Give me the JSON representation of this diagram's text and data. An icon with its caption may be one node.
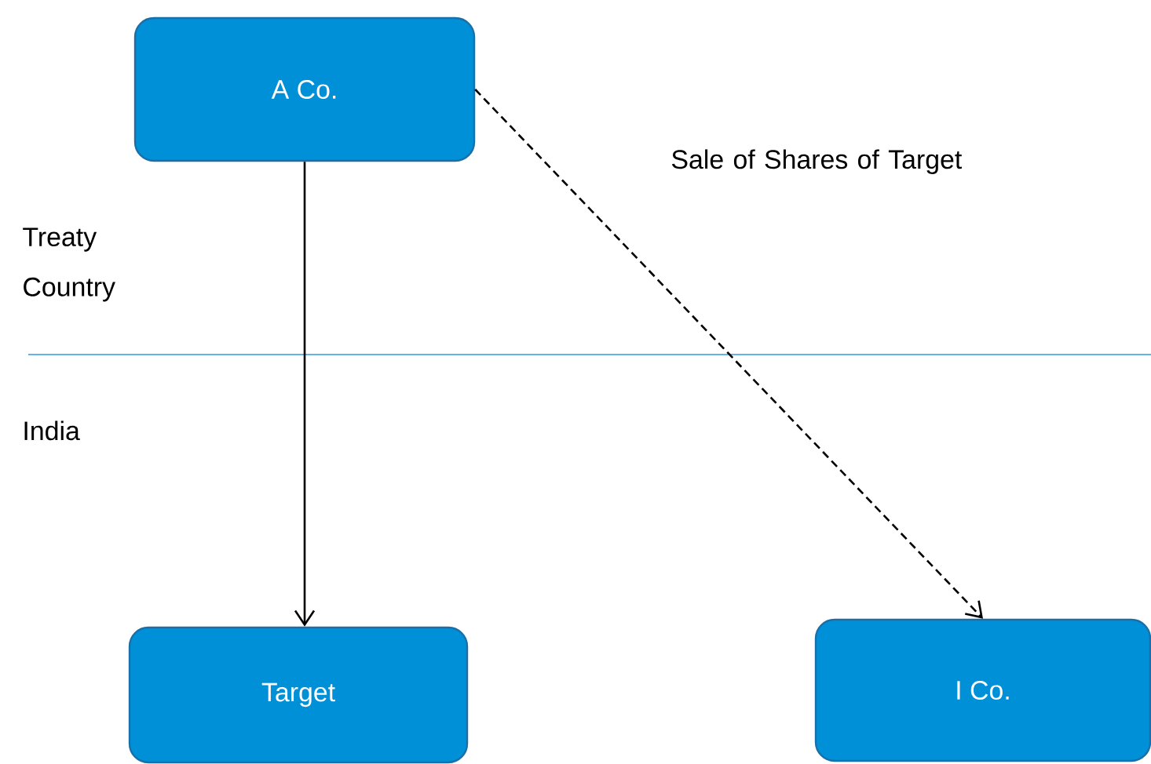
{
  "diagram": {
    "nodes": [
      {
        "text": [
          "A Co."
        ]
      },
      {
        "text": [
          "Target"
        ]
      },
      {
        "text": [
          "I Co."
        ]
      }
    ],
    "edges": [
      {
        "from": 0,
        "to": 1,
        "arrow": "to"
      },
      {
        "from": 0,
        "to": 2,
        "arrow": "to",
        "style": "dashed",
        "label": "Sale of Shares of Target"
      }
    ],
    "labels": [
      "Treaty Country",
      "India"
    ]
  }
}
